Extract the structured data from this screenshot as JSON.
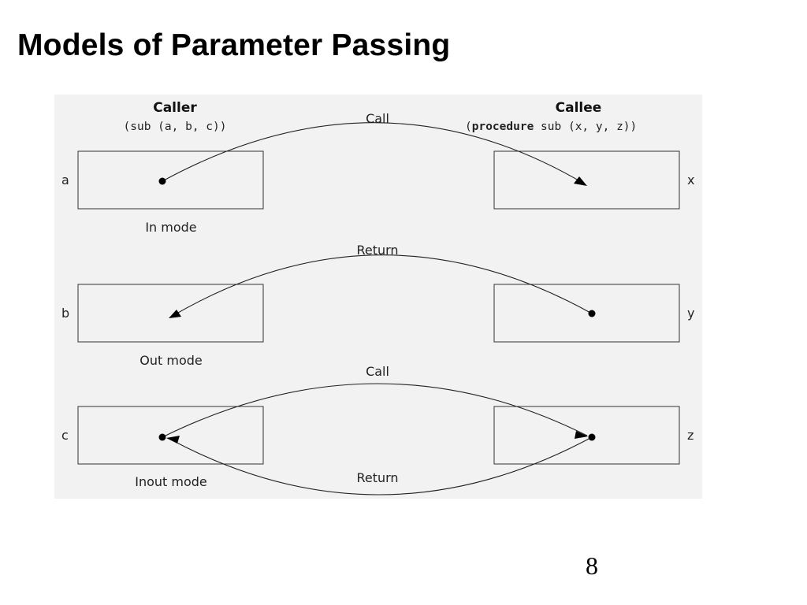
{
  "slide": {
    "title": "Models of Parameter Passing",
    "page_number": "8"
  },
  "diagram": {
    "background_color": "#f2f2f2",
    "caller": {
      "heading": "Caller",
      "call": "(sub (a, b, c))"
    },
    "callee": {
      "heading": "Callee",
      "call_open": "(",
      "call_keyword": "procedure",
      "call_rest": " sub (x, y, z))"
    },
    "rows": [
      {
        "caller_param": "a",
        "callee_param": "x",
        "mode": "In mode",
        "arrows": [
          {
            "label": "Call",
            "direction": "caller-to-callee"
          }
        ]
      },
      {
        "caller_param": "b",
        "callee_param": "y",
        "mode": "Out mode",
        "arrows": [
          {
            "label": "Return",
            "direction": "callee-to-caller"
          }
        ]
      },
      {
        "caller_param": "c",
        "callee_param": "z",
        "mode": "Inout mode",
        "arrows": [
          {
            "label": "Call",
            "direction": "caller-to-callee"
          },
          {
            "label": "Return",
            "direction": "callee-to-caller"
          }
        ]
      }
    ]
  }
}
